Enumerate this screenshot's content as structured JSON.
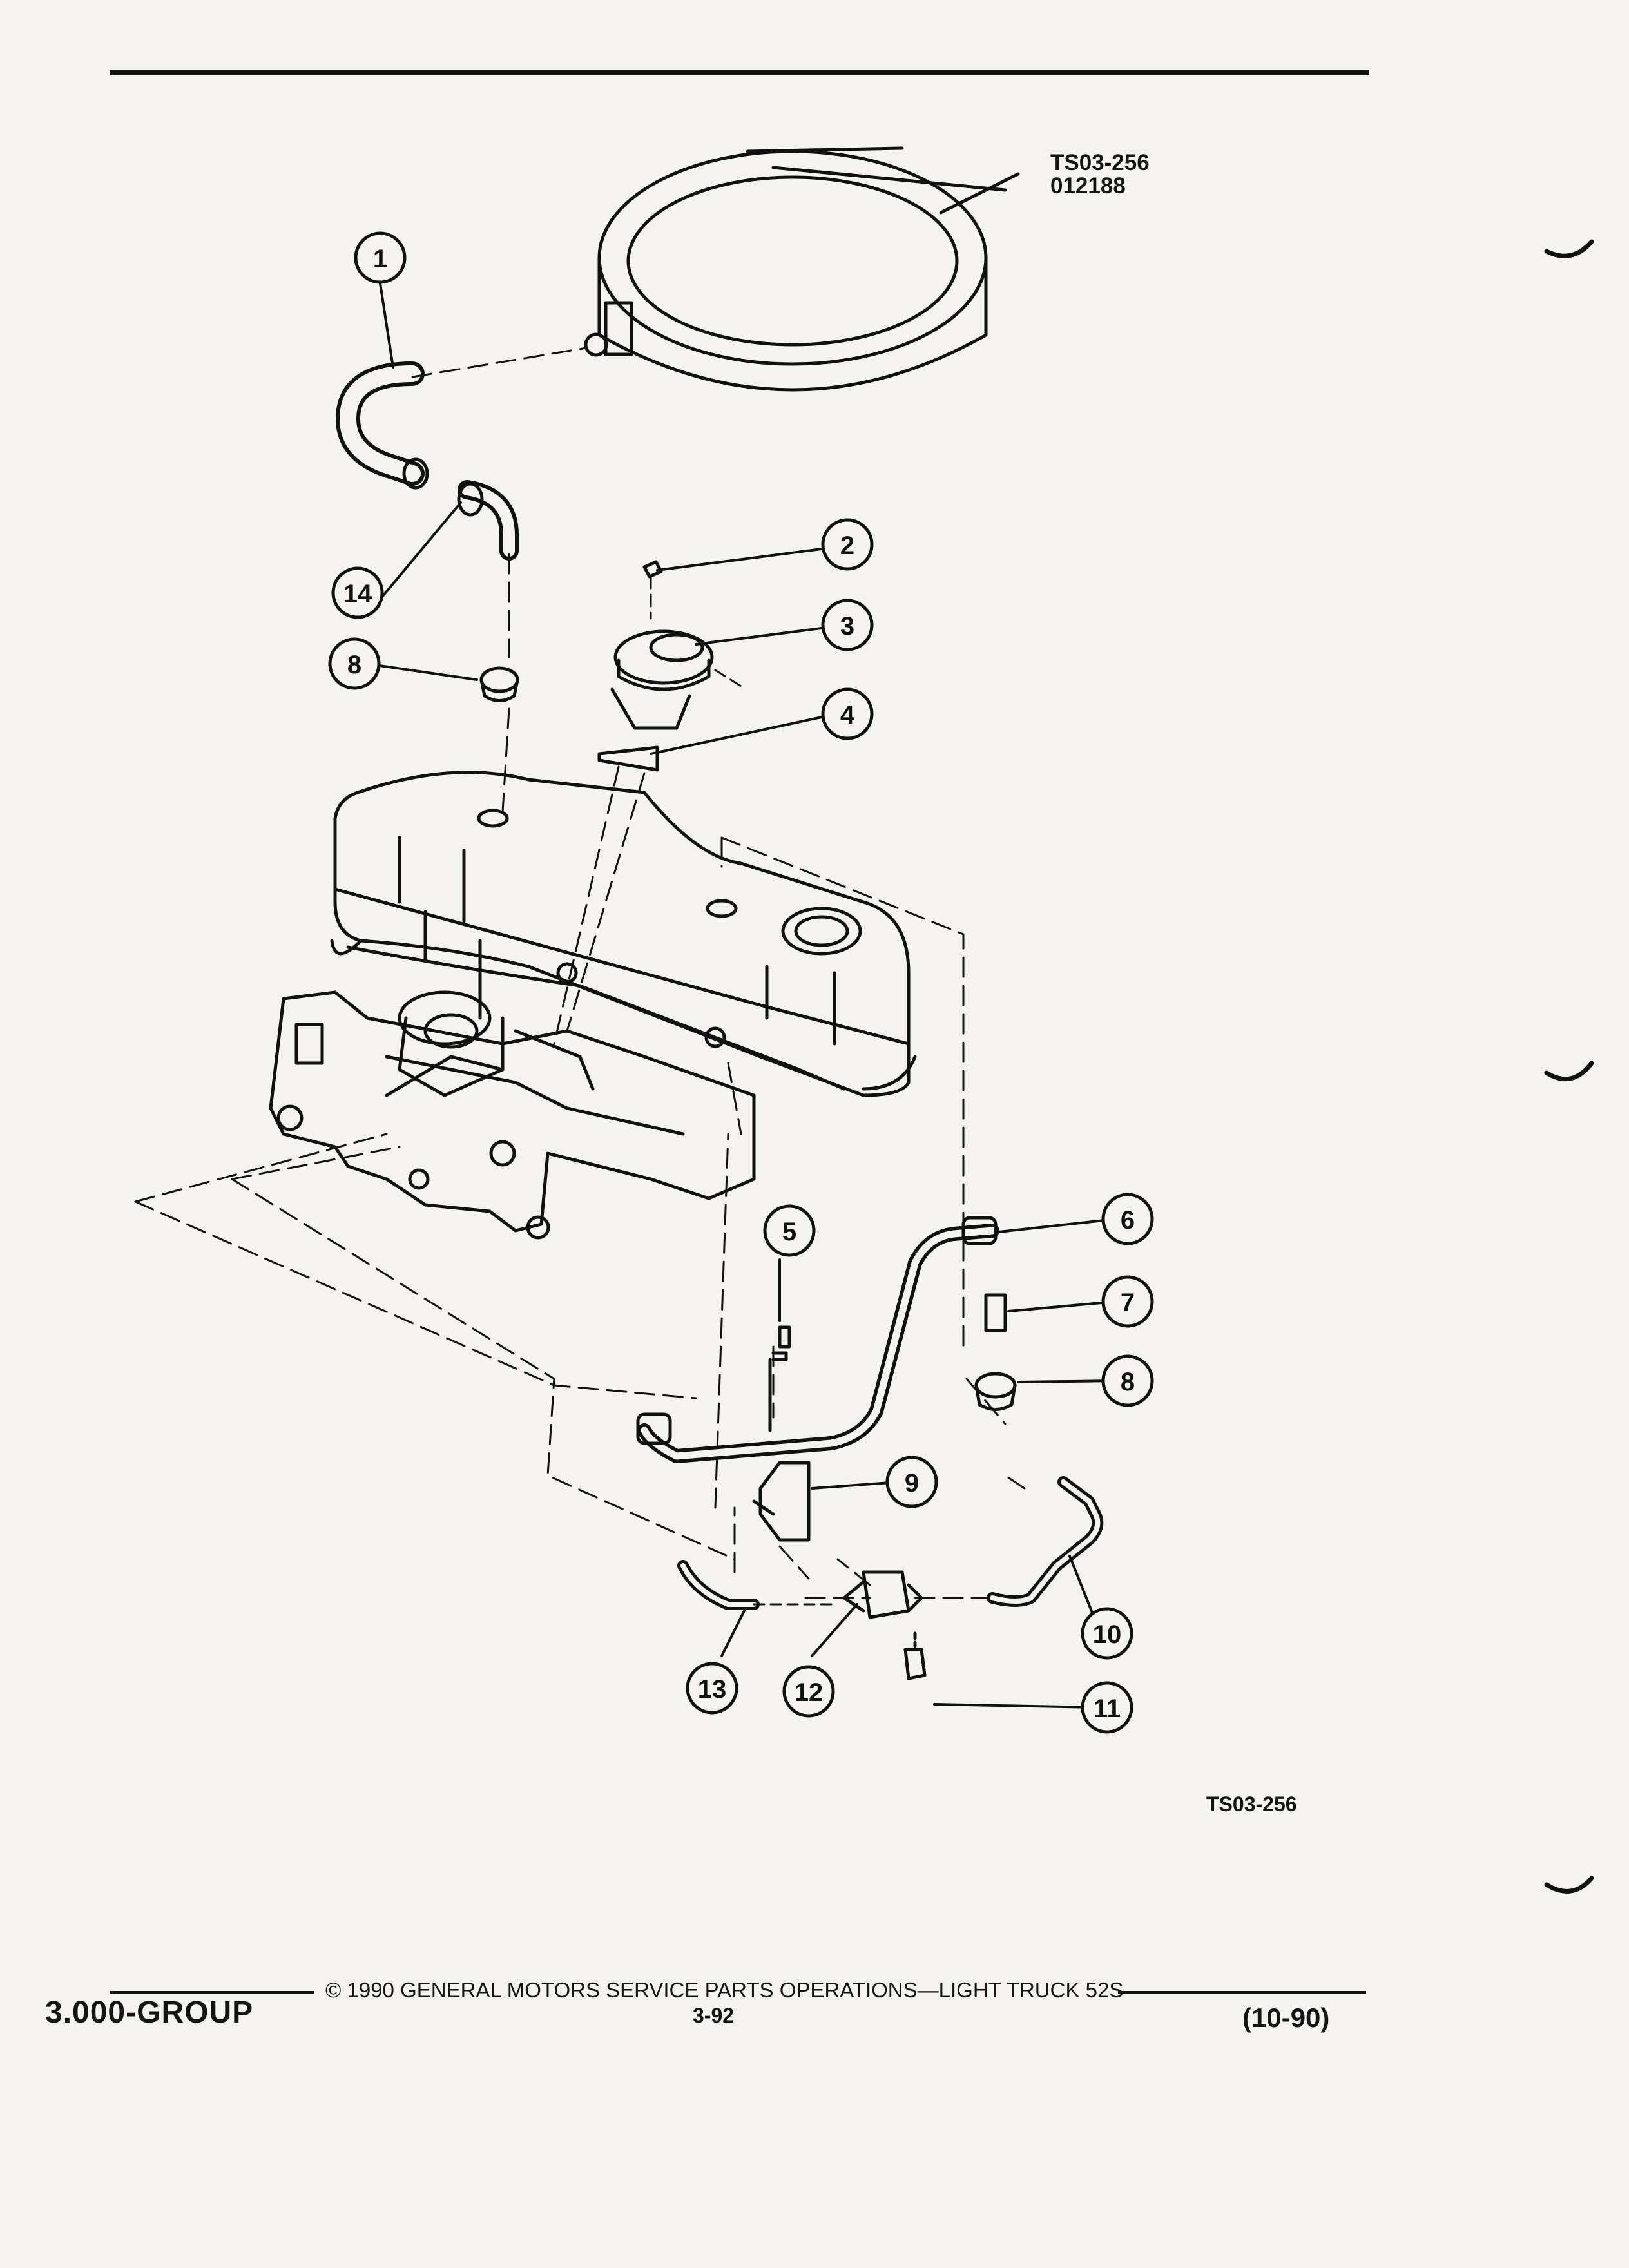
{
  "figure": {
    "id_line1": "TS03-256",
    "id_line2": "012188",
    "caption": "TS03-256"
  },
  "callouts": [
    "1",
    "2",
    "3",
    "4",
    "5",
    "6",
    "7",
    "8",
    "9",
    "10",
    "11",
    "12",
    "13",
    "14",
    "8"
  ],
  "footer": {
    "group": "3.000-GROUP",
    "copyright": "© 1990 GENERAL MOTORS SERVICE PARTS OPERATIONS—LIGHT TRUCK 52S",
    "page": "3-92",
    "date_code": "(10-90)"
  }
}
